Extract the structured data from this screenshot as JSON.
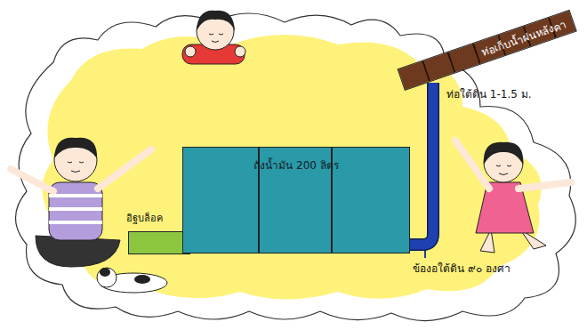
{
  "diagram": {
    "nodes": [
      {
        "text": [
          "ท่อเก็บน้ำฝนหลังคา"
        ]
      },
      {
        "text": [
          "อิฐบล็อค"
        ]
      },
      {
        "text": [
          "ถังน้ำมัน 200 ลิตร"
        ]
      }
    ],
    "edges": [
      {
        "from": 0,
        "to": 2,
        "arrow": "none"
      }
    ],
    "labels": [
      "ท่อใต้ดิน 1-1.5 ม.",
      "ข้องอใต้ดิน ๙๐ องศา"
    ]
  }
}
